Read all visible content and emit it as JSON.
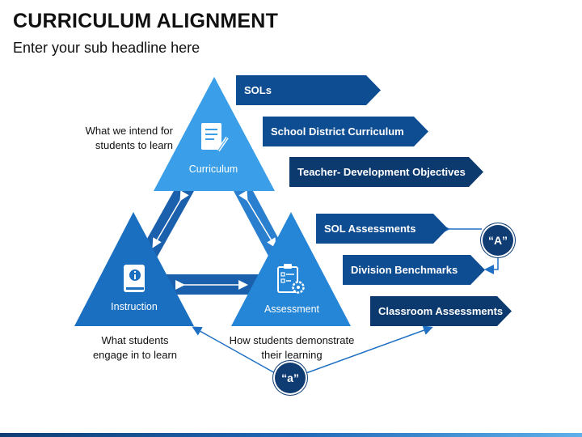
{
  "header": {
    "title": "CURRICULUM ALIGNMENT",
    "subtitle": "Enter your sub headline here"
  },
  "triangles": {
    "curriculum": {
      "label": "Curriculum",
      "icon": "document-icon",
      "color": "#3a9fe8"
    },
    "instruction": {
      "label": "Instruction",
      "icon": "book-icon",
      "color": "#1a6fc1"
    },
    "assessment": {
      "label": "Assessment",
      "icon": "clipboard-gear-icon",
      "color": "#2585d6"
    }
  },
  "captions": {
    "curriculum": "What we intend for students to learn",
    "instruction": "What students engage in to learn",
    "assessment": "How students demonstrate their learning"
  },
  "tags": [
    {
      "label": "SOLs",
      "color": "#0f4d92"
    },
    {
      "label": "School District Curriculum",
      "color": "#0f4d92"
    },
    {
      "label": "Teacher- Development Objectives",
      "color": "#0d3a6e"
    },
    {
      "label": "SOL Assessments",
      "color": "#0f4d92"
    },
    {
      "label": "Division Benchmarks",
      "color": "#0f4d92"
    },
    {
      "label": "Classroom Assessments",
      "color": "#0d3a6e"
    }
  ],
  "badges": {
    "upper": "“A”",
    "lower": "“a”"
  }
}
